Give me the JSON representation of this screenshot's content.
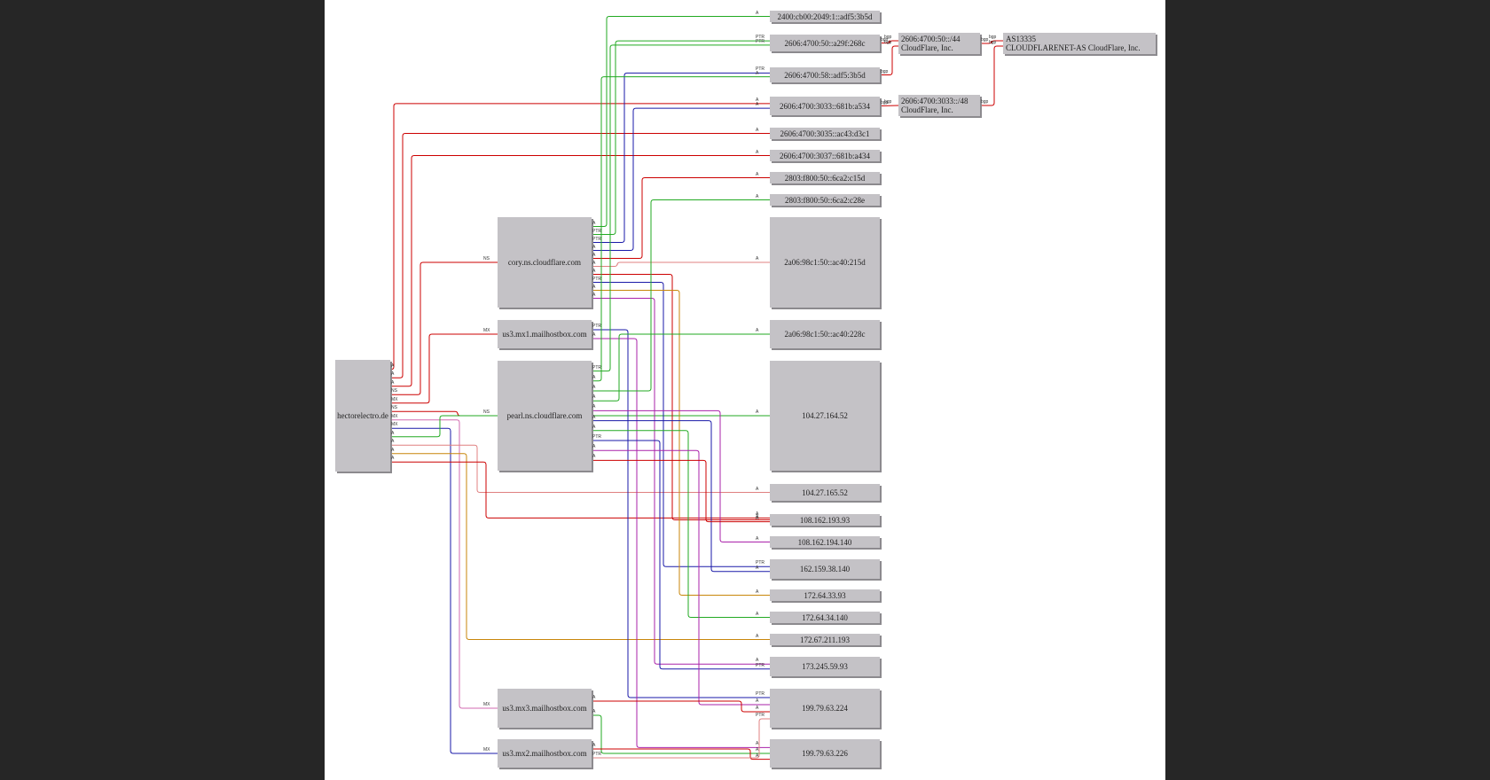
{
  "colors": {
    "background": "#262626",
    "canvas": "#ffffff",
    "node_fill": "#c4c2c6",
    "red": "#cc0000",
    "green": "#22aa22",
    "blue": "#1a1aa8",
    "salmon": "#e08080",
    "orange": "#c8860a",
    "magenta": "#aa22aa",
    "pink": "#d26ab0"
  },
  "nodes": {
    "domain": "hectorelectro.de",
    "ns_cory": "cory.ns.cloudflare.com",
    "ns_pearl": "pearl.ns.cloudflare.com",
    "mx1": "us3.mx1.mailhostbox.com",
    "mx2": "us3.mx2.mailhostbox.com",
    "mx3": "us3.mx3.mailhostbox.com",
    "ip_2400_cb00": "2400:cb00:2049:1::adf5:3b5d",
    "ip_2606_a29f": "2606:4700:50::a29f:268c",
    "ip_2606_adf5": "2606:4700:58::adf5:3b5d",
    "ip_2606_681b_a534": "2606:4700:3033::681b:a534",
    "ip_2606_ac43": "2606:4700:3035::ac43:d3c1",
    "ip_2606_681b_a434": "2606:4700:3037::681b:a434",
    "ip_2803_c15d": "2803:f800:50::6ca2:c15d",
    "ip_2803_c28e": "2803:f800:50::6ca2:c28e",
    "ip_2a06_215d": "2a06:98c1:50::ac40:215d",
    "ip_2a06_228c": "2a06:98c1:50::ac40:228c",
    "ip_104_27_164_52": "104.27.164.52",
    "ip_104_27_165_52": "104.27.165.52",
    "ip_108_162_193_93": "108.162.193.93",
    "ip_108_162_194_140": "108.162.194.140",
    "ip_162_159_38_140": "162.159.38.140",
    "ip_172_64_33_93": "172.64.33.93",
    "ip_172_64_34_140": "172.64.34.140",
    "ip_172_67_211_193": "172.67.211.193",
    "ip_173_245_59_93": "173.245.59.93",
    "ip_199_79_63_224": "199.79.63.224",
    "ip_199_79_63_226": "199.79.63.226",
    "bgp_2606_50": [
      "2606:4700:50::/44",
      "CloudFlare, Inc."
    ],
    "bgp_2606_3033": [
      "2606:4700:3033::/48",
      "CloudFlare, Inc."
    ],
    "asn": [
      "AS13335",
      "CLOUDFLARENET-AS CloudFlare, Inc."
    ]
  },
  "edge_labels": {
    "a": "A",
    "ns": "NS",
    "mx": "MX",
    "ptr": "PTR",
    "bgp": "bgp"
  }
}
